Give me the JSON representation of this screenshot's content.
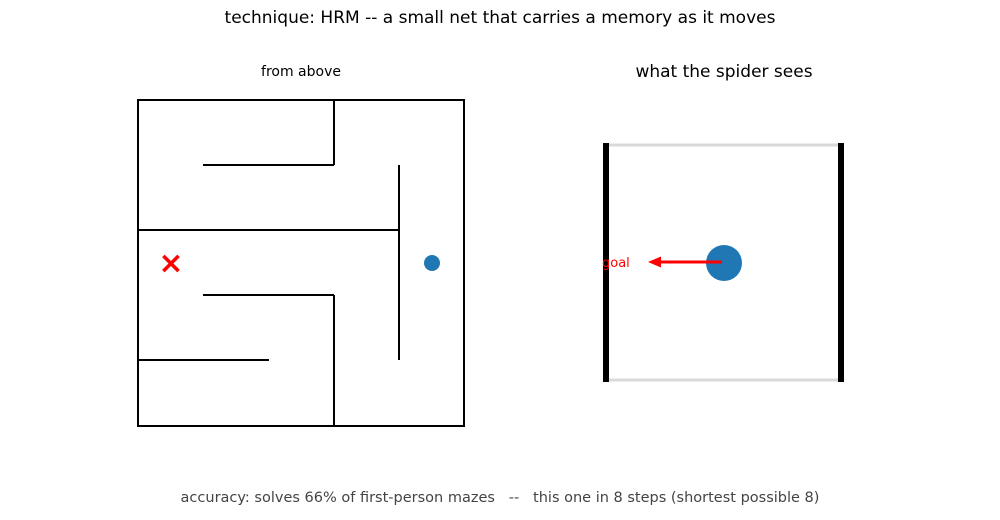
{
  "header": {
    "title": "technique: HRM -- a small net that carries a memory as it moves"
  },
  "panels": {
    "overhead": {
      "title": "from above",
      "goal_marker": "×",
      "colors": {
        "walls": "#000000",
        "goal": "#ff0000",
        "agent": "#1f77b4"
      }
    },
    "first_person": {
      "title": "what the spider sees",
      "goal_label": "goal",
      "colors": {
        "walls": "#000000",
        "open": "#d9d9d9",
        "goal": "#ff0000",
        "agent": "#1f77b4"
      }
    }
  },
  "footer": {
    "text": "accuracy: solves 66% of first-person mazes   --   this one in 8 steps (shortest possible 8)"
  }
}
